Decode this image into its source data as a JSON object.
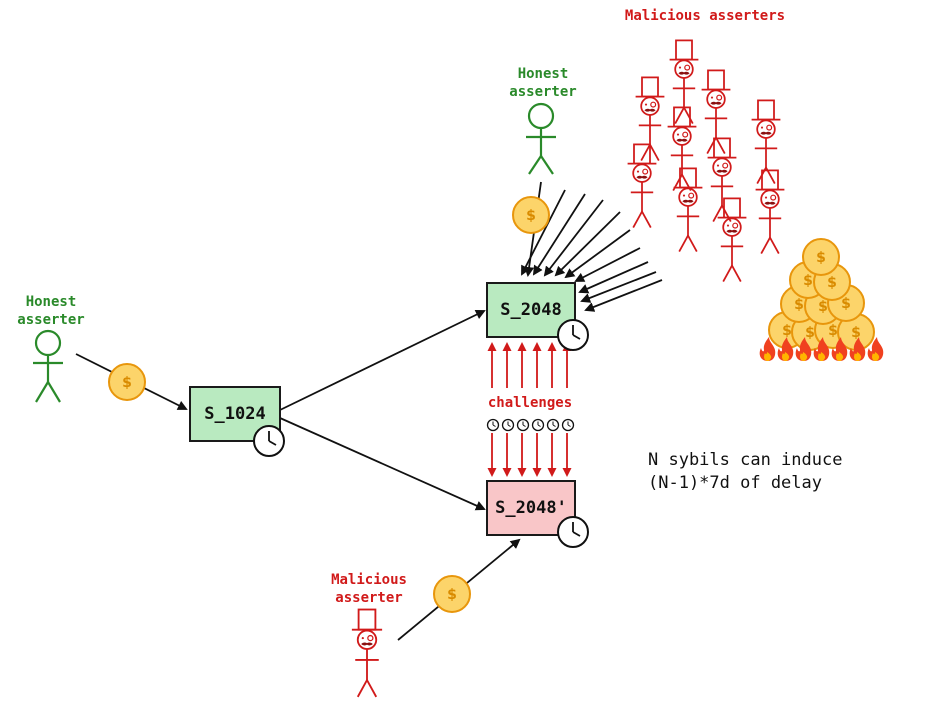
{
  "labels": {
    "honest_left": "Honest\nasserter",
    "honest_top": "Honest\nasserter",
    "malicious_bottom": "Malicious\nasserter",
    "malicious_group": "Malicious asserters",
    "challenges": "challenges"
  },
  "nodes": {
    "s1024": {
      "label": "S_1024",
      "color": "#b9eac0"
    },
    "s2048": {
      "label": "S_2048",
      "color": "#b9eac0"
    },
    "s2048p": {
      "label": "S_2048'",
      "color": "#f9c6c8"
    }
  },
  "coin_symbol": "$",
  "note": "N sybils can induce\n(N-1)*7d of delay",
  "colors": {
    "honest": "#2a8a2a",
    "malicious": "#d11a1a",
    "coin_fill": "#fcd46a",
    "coin_stroke": "#e8960c"
  }
}
